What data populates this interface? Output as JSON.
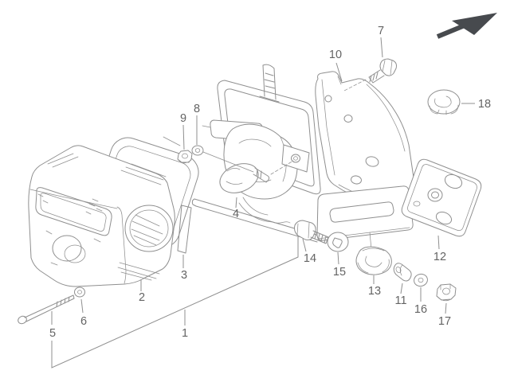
{
  "diagram": {
    "type": "exploded-parts-diagram",
    "colors": {
      "background": "#ffffff",
      "line": "#8f8f8f",
      "label": "#646464",
      "arrow": "#474a4e"
    },
    "icons": [
      {
        "name": "direction-arrow",
        "glyph": "up-right-arrow"
      }
    ],
    "callouts": [
      {
        "label": "1"
      },
      {
        "label": "2"
      },
      {
        "label": "3"
      },
      {
        "label": "4"
      },
      {
        "label": "5"
      },
      {
        "label": "6"
      },
      {
        "label": "7"
      },
      {
        "label": "8"
      },
      {
        "label": "9"
      },
      {
        "label": "10"
      },
      {
        "label": "11"
      },
      {
        "label": "12"
      },
      {
        "label": "13"
      },
      {
        "label": "14"
      },
      {
        "label": "15"
      },
      {
        "label": "16"
      },
      {
        "label": "17"
      },
      {
        "label": "18"
      }
    ]
  }
}
